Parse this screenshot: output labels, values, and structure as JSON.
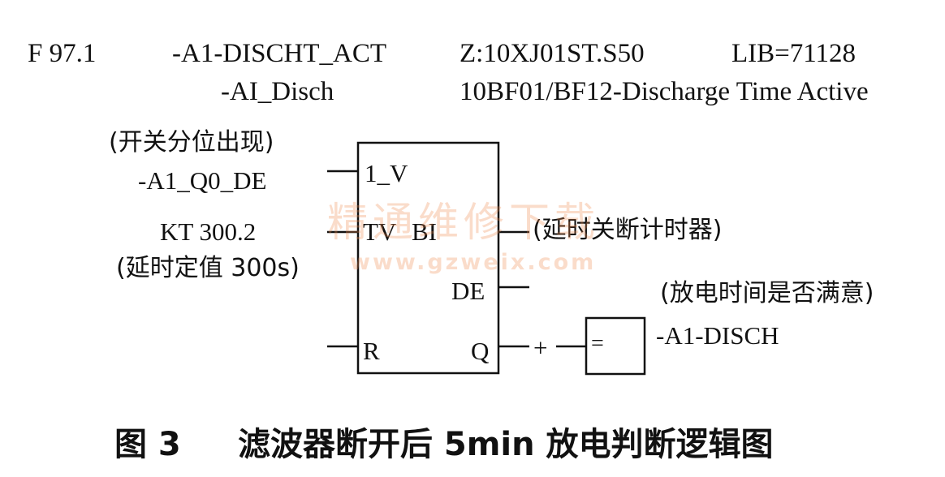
{
  "header": {
    "ref": "F 97.1",
    "signal": "-A1-DISCHT_ACT",
    "code": "Z:10XJ01ST.S50",
    "lib": "LIB=71128",
    "short_name": "-AI_Disch",
    "description": "10BF01/BF12-Discharge Time Active"
  },
  "inputs": {
    "in1_note": "(开关分位出现)",
    "in1_signal": "-A1_Q0_DE",
    "in2_signal": "KT 300.2",
    "in2_note": "(延时定值 300s)"
  },
  "timer_block": {
    "pin_1v": "1_V",
    "pin_tv": "TV",
    "pin_bi": "BI",
    "pin_de": "DE",
    "pin_r": "R",
    "pin_q": "Q",
    "bi_note": "(延时关断计时器)"
  },
  "output": {
    "polarity": "+",
    "assign_symbol": "=",
    "note": "(放电时间是否满意)",
    "signal": "-A1-DISCH"
  },
  "watermark": {
    "line1": "精通维修下载",
    "line2": "www.gzweix.com"
  },
  "caption": {
    "number": "图 3",
    "title": "滤波器断开后 5min 放电判断逻辑图"
  },
  "colors": {
    "ink": "#111111",
    "watermark": "#f08c50"
  }
}
